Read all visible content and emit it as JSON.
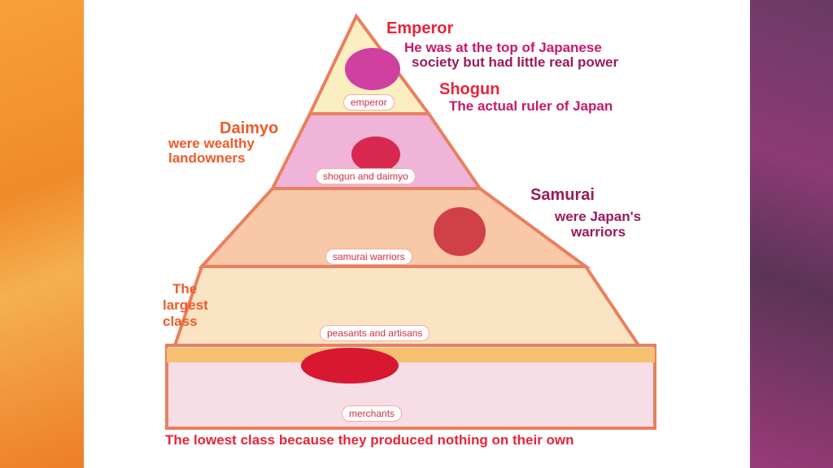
{
  "tiers": [
    {
      "label": "emperor",
      "title": "Emperor",
      "desc": [
        "He was at the top of Japanese",
        "society but had little real power"
      ]
    },
    {
      "label": "shogun and daimyo",
      "title": "Shogun",
      "desc": [
        "The actual ruler of Japan"
      ]
    },
    {
      "label": "shogun and daimyo",
      "title": "Daimyo",
      "desc": [
        "were wealthy",
        "landowners"
      ]
    },
    {
      "label": "samurai warriors",
      "title": "Samurai",
      "desc": [
        "were Japan's",
        "warriors"
      ]
    },
    {
      "label": "peasants and artisans",
      "title": "",
      "desc": [
        "The",
        "largest",
        "class"
      ]
    },
    {
      "label": "merchants",
      "title": "",
      "desc": [
        "The lowest class because they produced nothing on their own"
      ]
    }
  ],
  "colors": {
    "emperor": "#fbeec0",
    "shogun": "#f0b4d8",
    "samurai": "#f8c8a8",
    "peasants": "#fbe4c4",
    "merchants": "#f6dde6",
    "frame": "#e88060"
  }
}
